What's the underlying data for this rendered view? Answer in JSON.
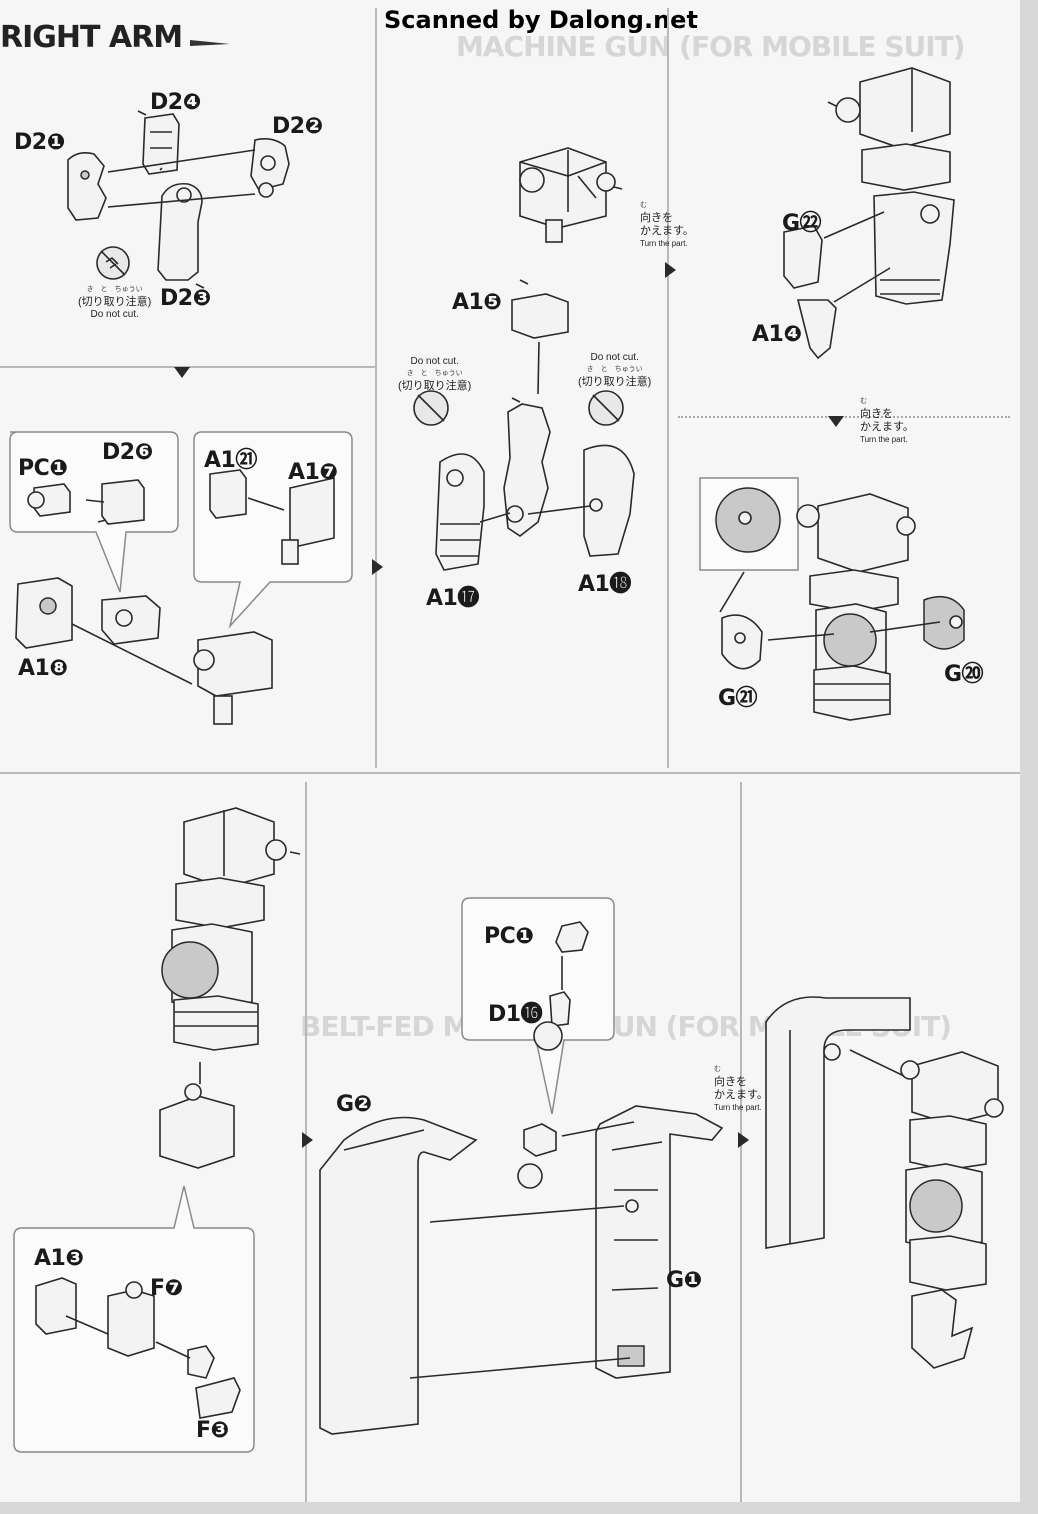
{
  "header": {
    "watermark": "Scanned by Dalong.net",
    "section_title": "RIGHT ARM",
    "ghost_text_top": "MACHINE GUN (FOR MOBILE SUIT)",
    "ghost_text_bottom": "BELT-FED MACHINE GUN (FOR MOBILE SUIT)"
  },
  "notes": {
    "do_not_cut_en": "Do not cut.",
    "do_not_cut_jp": "(切り取り注意)",
    "do_not_cut_ruby": "き　と　ちゅうい",
    "turn_part_jp_1": "向きを",
    "turn_part_jp_2": "かえます。",
    "turn_part_ruby": "む",
    "turn_part_en": "Turn the part."
  },
  "step1": {
    "d2_4": "D2❹",
    "d2_1": "D2❶",
    "d2_2": "D2❷",
    "d2_3": "D2❸"
  },
  "step2": {
    "a1_5": "A1❺",
    "a1_17": "A1⓱",
    "a1_18": "A1⓲"
  },
  "step3": {
    "g22": "G㉒",
    "a1_4": "A1❹"
  },
  "step4": {
    "pc1": "PC❶",
    "d2_6": "D2❻",
    "a1_21": "A1㉑",
    "a1_7": "A1❼",
    "a1_8": "A1❽"
  },
  "step6": {
    "g21": "G㉑",
    "g20": "G⑳"
  },
  "step7": {
    "a1_3": "A1❸",
    "f7": "F❼",
    "f3": "F❸"
  },
  "step8": {
    "pc1": "PC❶",
    "d1_16": "D1⓰",
    "g2": "G❷",
    "g1": "G❶"
  }
}
